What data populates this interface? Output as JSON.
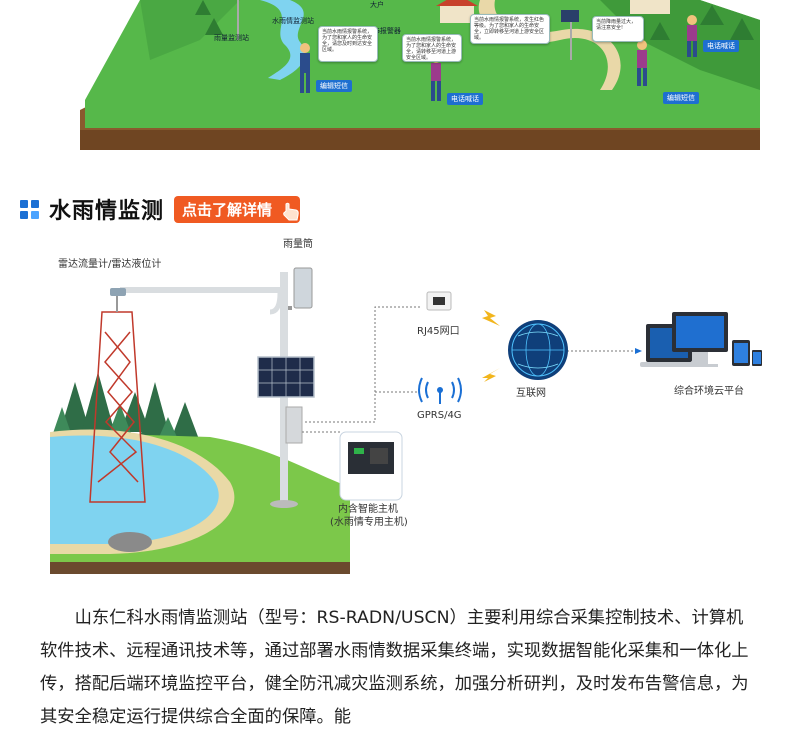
{
  "diorama": {
    "station_label": "水雨情监测站",
    "rain_station_label": "雨量监测站",
    "alarm_label_line1": "大户",
    "alarm_label_line2": "4G报警器",
    "bubble1": "当前水雨情报警系统，为了您和家人的生命安全，请您及时到达安全区域。",
    "bubble2": "当前水雨情报警系统，为了您和家人的生命安全，请转移至河道上游安全区域。",
    "bubble3": "当前水雨情报警系统，发生红色等级。为了您和家人的生命安全，立即转移至河道上游安全区域。",
    "bubble4": "当前降雨量过大，请注意安全!",
    "sms_label": "编辑短信",
    "sms_label2": "编辑短信",
    "call_label": "电话喊话",
    "call_label2": "电话喊话"
  },
  "section": {
    "title": "水雨情监测",
    "detail_button": "点击了解详情"
  },
  "diagram": {
    "radar_label": "雷达流量计/雷达液位计",
    "rain_gauge_label": "雨量筒",
    "rj45_label": "RJ45网口",
    "gprs_label": "GPRS/4G",
    "internet_label": "互联网",
    "cloud_label": "综合环境云平台",
    "host_label_line1": "内含智能主机",
    "host_label_line2": "(水雨情专用主机)"
  },
  "description": "山东仁科水雨情监测站（型号：RS-RADN/USCN）主要利用综合采集控制技术、计算机软件技术、远程通讯技术等，通过部署水雨情数据采集终端，实现数据智能化采集和一体化上传，搭配后端环境监控平台，健全防汛减灾监测系统，加强分析研判，及时发布告警信息，为其安全稳定运行提供综合全面的保障。能",
  "colors": {
    "accent_blue": "#1a6fd4",
    "button_orange": "#f05a22",
    "grass_green": "#56b84a",
    "water_blue": "#7fd3f0"
  }
}
